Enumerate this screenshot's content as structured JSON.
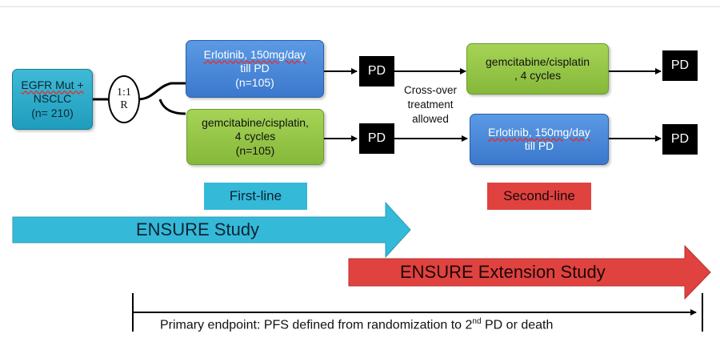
{
  "population": {
    "line1": "EGFR Mut +",
    "line2": "NSCLC",
    "line3": "(n= 210)"
  },
  "randomization": {
    "ratio": "1:1",
    "letter": "R"
  },
  "first_line": {
    "erlotinib": {
      "line1": "Erlotinib, 150mg/day",
      "line2": "till PD",
      "line3": "(n=105)"
    },
    "gemcis": {
      "line1": "gemcitabine/cisplatin,",
      "line2": "4 cycles",
      "line3": "(n=105)"
    }
  },
  "second_line": {
    "gemcis": {
      "line1": "gemcitabine/cisplatin",
      "line2": ", 4 cycles"
    },
    "erlotinib": {
      "line1": "Erlotinib, 150mg/day",
      "line2": "till PD"
    }
  },
  "pd_label": "PD",
  "crossover": {
    "line1": "Cross-over",
    "line2": "treatment",
    "line3": "allowed"
  },
  "phase_labels": {
    "first": "First-line",
    "second": "Second-line"
  },
  "studies": {
    "main": "ENSURE Study",
    "extension": "ENSURE Extension Study"
  },
  "endpoint": {
    "prefix": "Primary endpoint: PFS defined from randomization to 2",
    "superscript": "nd",
    "suffix": " PD or death"
  },
  "colors": {
    "teal": "#3fbad6",
    "blue": "#4a8ad9",
    "green": "#97c748",
    "study_arrow": "#35b9d8",
    "extension_arrow": "#e0423f",
    "pd_box": "#000000"
  }
}
